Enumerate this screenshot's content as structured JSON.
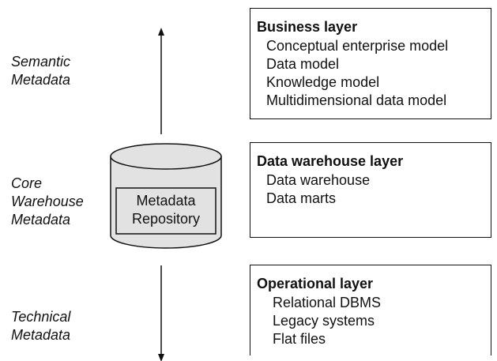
{
  "side_labels": {
    "semantic": [
      "Semantic",
      "Metadata"
    ],
    "core": [
      "Core",
      "Warehouse",
      "Metadata"
    ],
    "technical": [
      "Technical",
      "Metadata"
    ]
  },
  "repository": {
    "lines": [
      "Metadata",
      "Repository"
    ],
    "fill_color": "#e2e2e2"
  },
  "layers": [
    {
      "title": "Business layer",
      "items": [
        "Conceptual enterprise model",
        "Data model",
        "Knowledge model",
        "Multidimensional data model"
      ]
    },
    {
      "title": "Data warehouse layer",
      "items": [
        "Data warehouse",
        "Data marts"
      ]
    },
    {
      "title": "Operational layer",
      "items": [
        "Relational DBMS",
        "Legacy systems",
        "Flat files"
      ]
    }
  ]
}
